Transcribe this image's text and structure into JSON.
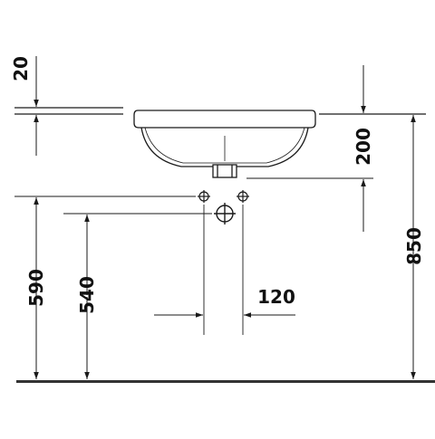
{
  "diagram": {
    "type": "technical-drawing",
    "subject": "undercounter washbasin installation dimensions",
    "units": "mm",
    "line_color": "#1a1a1a",
    "floor_color": "#333333",
    "dimensions": {
      "top_thickness": "20",
      "basin_depth": "200",
      "fitting_height": "850",
      "supply_height": "590",
      "waste_height": "540",
      "supply_spacing": "120"
    }
  }
}
